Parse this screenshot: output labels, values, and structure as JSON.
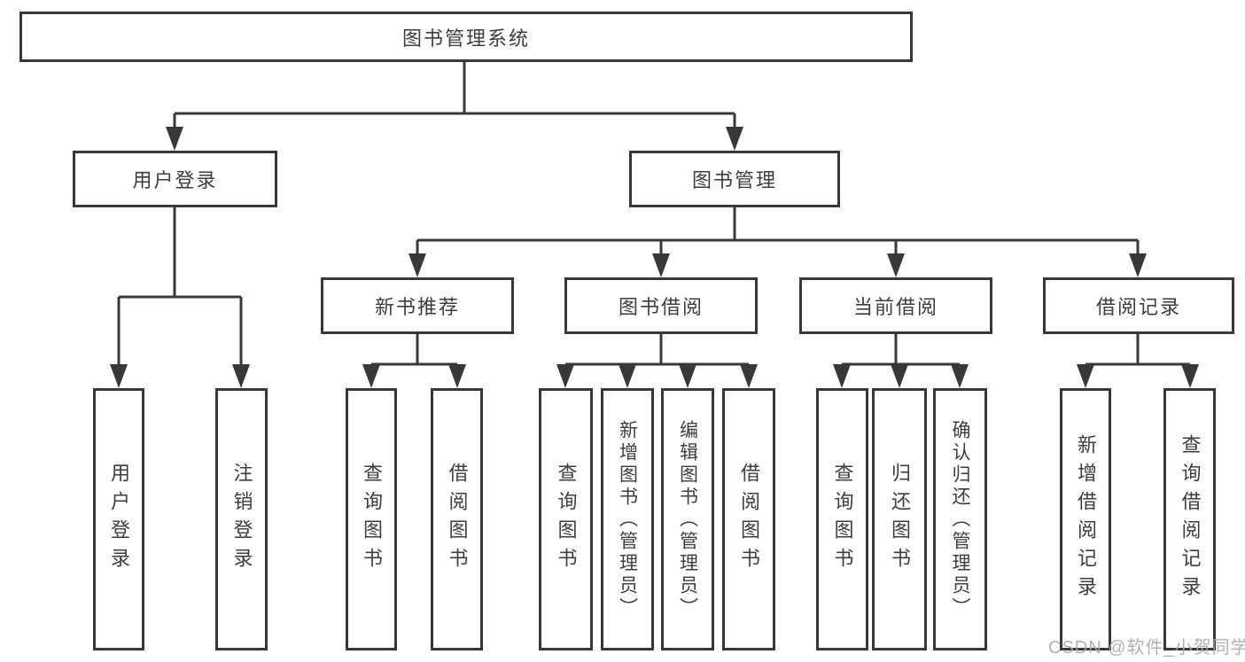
{
  "diagram": {
    "root": {
      "label": "图书管理系统"
    },
    "branches": [
      {
        "label": "用户登录",
        "children": [
          {
            "label": "用户登录"
          },
          {
            "label": "注销登录"
          }
        ]
      },
      {
        "label": "图书管理",
        "groups": [
          {
            "label": "新书推荐",
            "children": [
              {
                "label": "查询图书"
              },
              {
                "label": "借阅图书"
              }
            ]
          },
          {
            "label": "图书借阅",
            "children": [
              {
                "label": "查询图书"
              },
              {
                "label": "新增图书（管理员）"
              },
              {
                "label": "编辑图书（管理员）"
              },
              {
                "label": "借阅图书"
              }
            ]
          },
          {
            "label": "当前借阅",
            "children": [
              {
                "label": "查询图书"
              },
              {
                "label": "归还图书"
              },
              {
                "label": "确认归还（管理员）"
              }
            ]
          },
          {
            "label": "借阅记录",
            "children": [
              {
                "label": "新增借阅记录"
              },
              {
                "label": "查询借阅记录"
              }
            ]
          }
        ]
      }
    ]
  },
  "watermark": "CSDN @软件_小贺同学",
  "colors": {
    "line": "#383838",
    "text": "#3d3d3d",
    "box_background": "#ffffff",
    "watermark": "#a9a9a9",
    "background": "#ffffff"
  }
}
